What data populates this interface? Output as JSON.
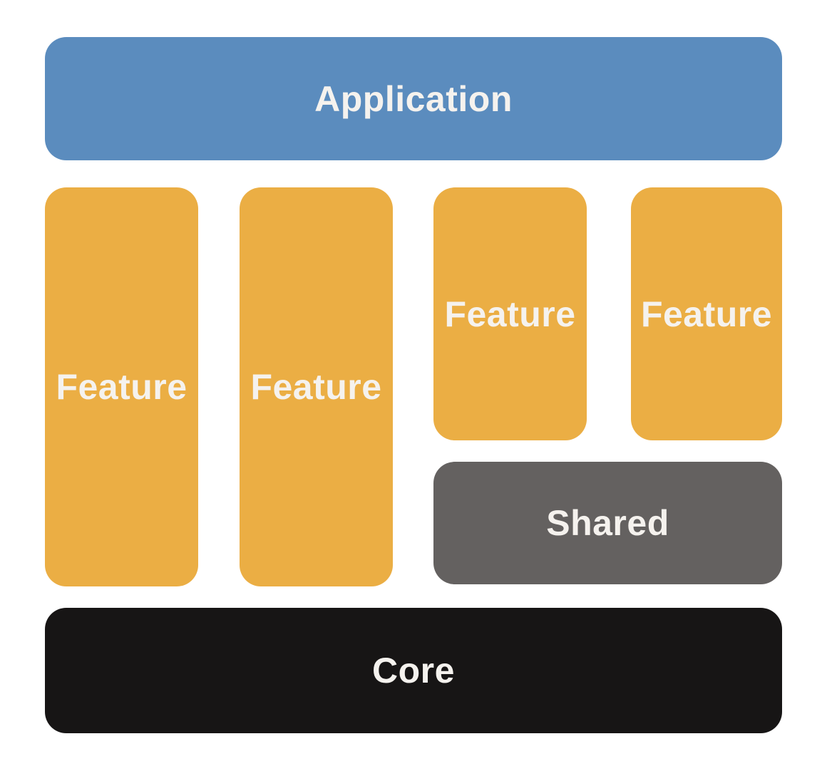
{
  "colors": {
    "background": "#ffffff",
    "application": "#5b8cbe",
    "feature": "#ebae44",
    "shared": "#646160",
    "core": "#171515",
    "label_text": "#f5f2ee"
  },
  "diagram": {
    "application": {
      "label": "Application"
    },
    "features": [
      {
        "label": "Feature"
      },
      {
        "label": "Feature"
      },
      {
        "label": "Feature"
      },
      {
        "label": "Feature"
      }
    ],
    "shared": {
      "label": "Shared"
    },
    "core": {
      "label": "Core"
    }
  }
}
